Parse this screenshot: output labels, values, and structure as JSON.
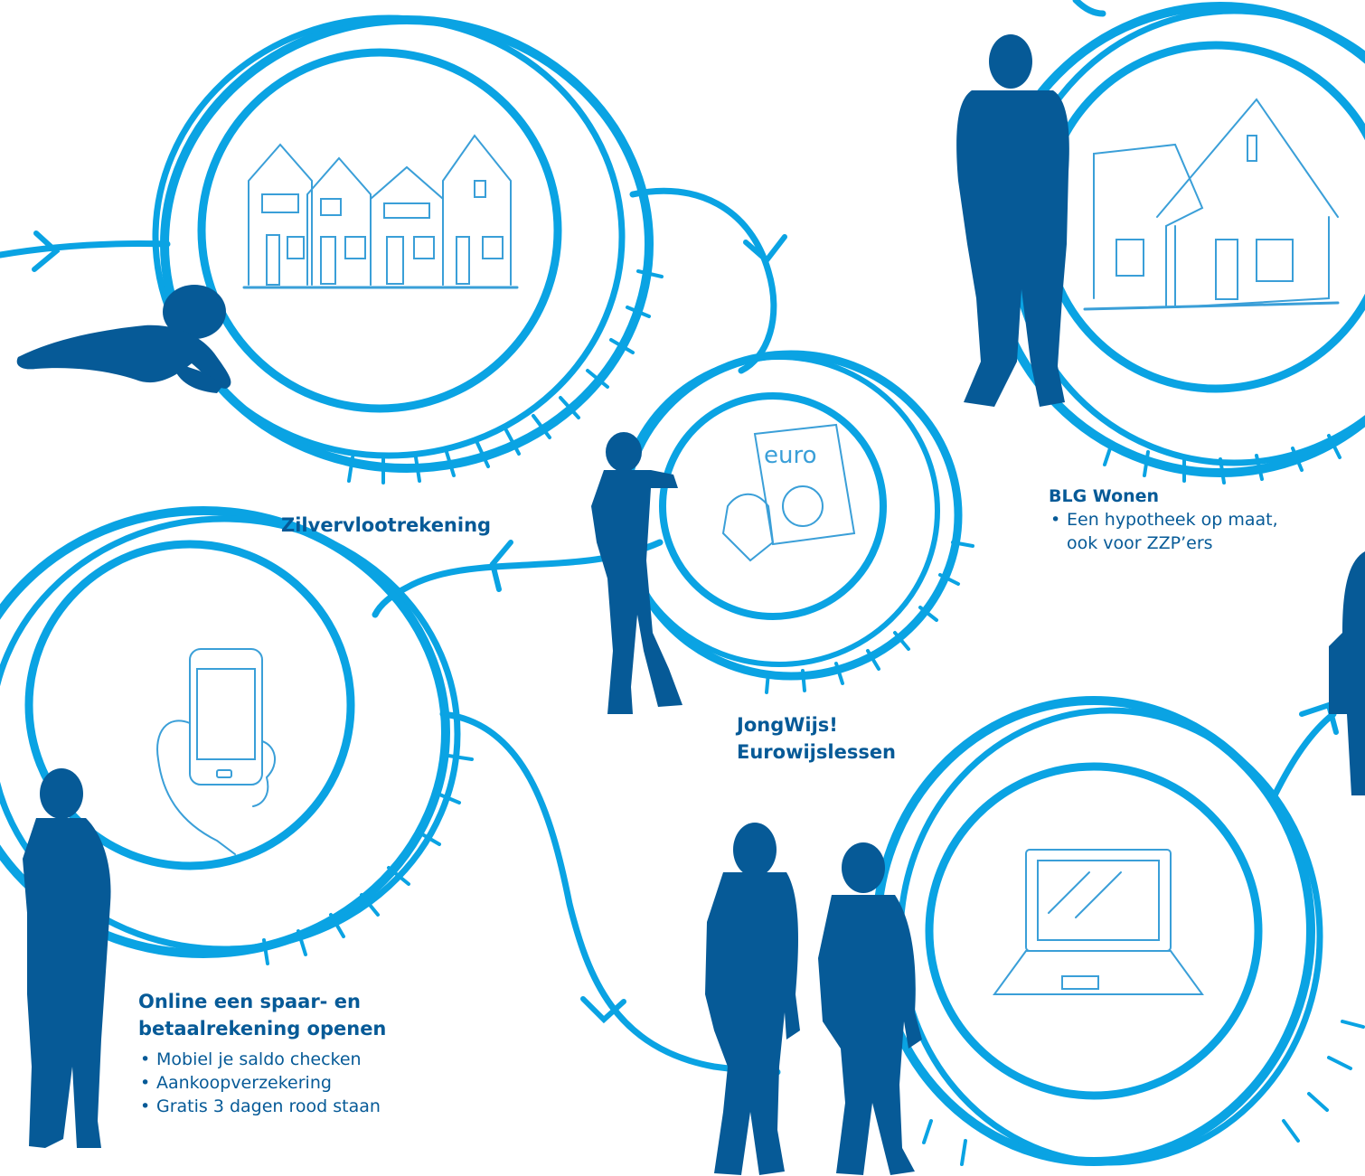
{
  "colors": {
    "line": "#0aa3e3",
    "silhouette": "#065a97",
    "sketch": "#3a9fd8",
    "text": "#065a97"
  },
  "stations": [
    {
      "id": "zilvervloot",
      "icon": "row-houses-sketch",
      "title": "Zilvervlootrekening",
      "bullets": []
    },
    {
      "id": "jongwijs",
      "icon": "euro-magazine-sketch",
      "title_lines": [
        "JongWijs!",
        "Eurowijslessen"
      ],
      "bullets": []
    },
    {
      "id": "blg-wonen",
      "icon": "house-sketch",
      "title": "BLG Wonen",
      "bullets": [
        "Een hypotheek op maat,",
        "ook voor ZZP’ers"
      ]
    },
    {
      "id": "online-rekening",
      "icon": "smartphone-sketch",
      "title_lines": [
        "Online een spaar- en",
        "betaalrekening openen"
      ],
      "bullets": [
        "Mobiel je saldo checken",
        "Aankoopverzekering",
        "Gratis 3 dagen rood staan"
      ]
    },
    {
      "id": "laptop",
      "icon": "laptop-sketch",
      "title": "",
      "bullets": []
    }
  ],
  "figures": [
    "crawling-baby",
    "child-holding-magazine",
    "standing-man",
    "young-man",
    "young-couple",
    "partial-figure"
  ]
}
